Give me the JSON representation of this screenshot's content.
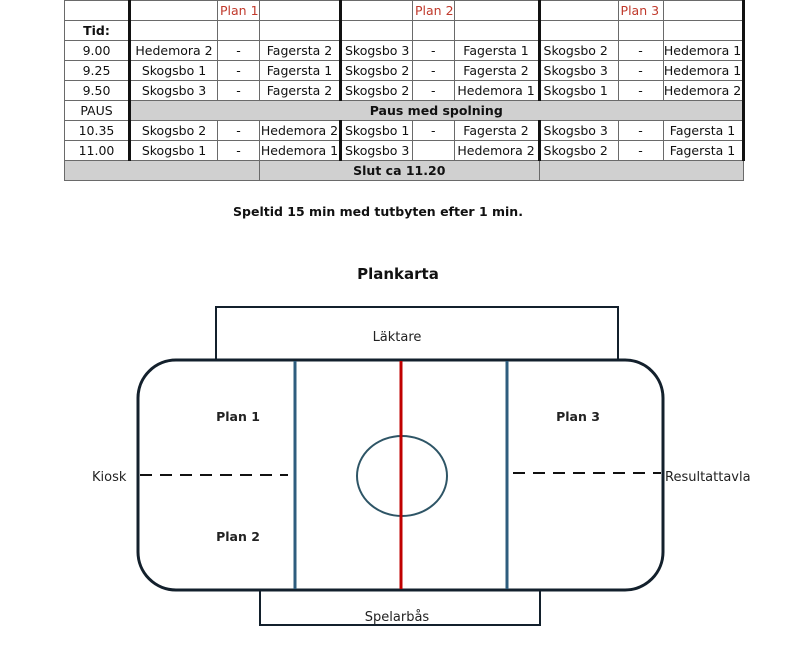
{
  "schedule": {
    "plan_headers": [
      "Plan 1",
      "Plan 2",
      "Plan 3"
    ],
    "time_header": "Tid:",
    "rows": [
      {
        "time": "9.00",
        "p1": [
          "Hedemora 2",
          "-",
          "Fagersta 2"
        ],
        "p2": [
          "Skogsbo 3",
          "-",
          "Fagersta 1"
        ],
        "p3": [
          "Skogsbo 2",
          "-",
          "Hedemora 1"
        ]
      },
      {
        "time": "9.25",
        "p1": [
          "Skogsbo 1",
          "-",
          "Fagersta 1"
        ],
        "p2": [
          "Skogsbo 2",
          "-",
          "Fagersta 2"
        ],
        "p3": [
          "Skogsbo 3",
          "-",
          "Hedemora 1"
        ]
      },
      {
        "time": "9.50",
        "p1": [
          "Skogsbo 3",
          "-",
          "Fagersta 2"
        ],
        "p2": [
          "Skogsbo 2",
          "-",
          "Hedemora 1"
        ],
        "p3": [
          "Skogsbo 1",
          "-",
          "Hedemora 2"
        ]
      }
    ],
    "pause": {
      "time": "PAUS",
      "text": "Paus med spolning"
    },
    "rows2": [
      {
        "time": "10.35",
        "p1": [
          "Skogsbo 2",
          "-",
          "Hedemora 2"
        ],
        "p2": [
          "Skogsbo 1",
          "-",
          "Fagersta 2"
        ],
        "p3": [
          "Skogsbo 3",
          "-",
          "Fagersta 1"
        ]
      },
      {
        "time": "11.00",
        "p1": [
          "Skogsbo 1",
          "-",
          "Hedemora 1"
        ],
        "p2": [
          "Skogsbo 3",
          "",
          "Hedemora 2"
        ],
        "p3": [
          "Skogsbo 2",
          "-",
          "Fagersta 1"
        ]
      }
    ],
    "end_text": "Slut ca 11.20"
  },
  "note": "Speltid 15 min med tutbyten efter 1 min.",
  "map": {
    "title": "Plankarta",
    "stand": "Läktare",
    "bench": "Spelarbås",
    "kiosk": "Kiosk",
    "scoreboard": "Resultattavla",
    "plan1": "Plan 1",
    "plan2": "Plan 2",
    "plan3": "Plan 3",
    "colors": {
      "outline": "#13202c",
      "blue_line": "#2e5d7e",
      "red_line": "#c00000",
      "circle": "#2e5566"
    }
  }
}
